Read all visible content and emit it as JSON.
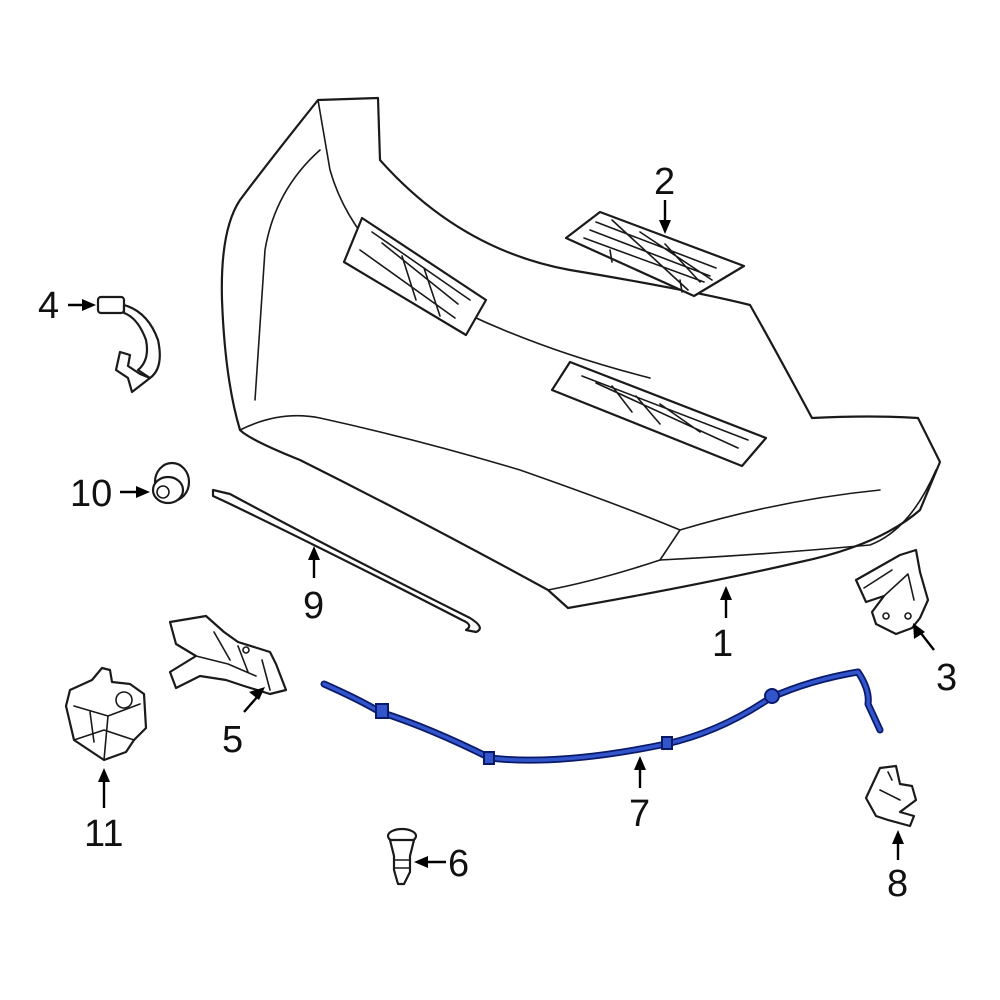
{
  "colors": {
    "line": "#1a1a1a",
    "highlight_part": "#3355cc",
    "background": "#ffffff"
  },
  "callouts": {
    "c1": "1",
    "c2": "2",
    "c3": "3",
    "c4": "4",
    "c5": "5",
    "c6": "6",
    "c7": "7",
    "c8": "8",
    "c9": "9",
    "c10": "10",
    "c11": "11"
  }
}
